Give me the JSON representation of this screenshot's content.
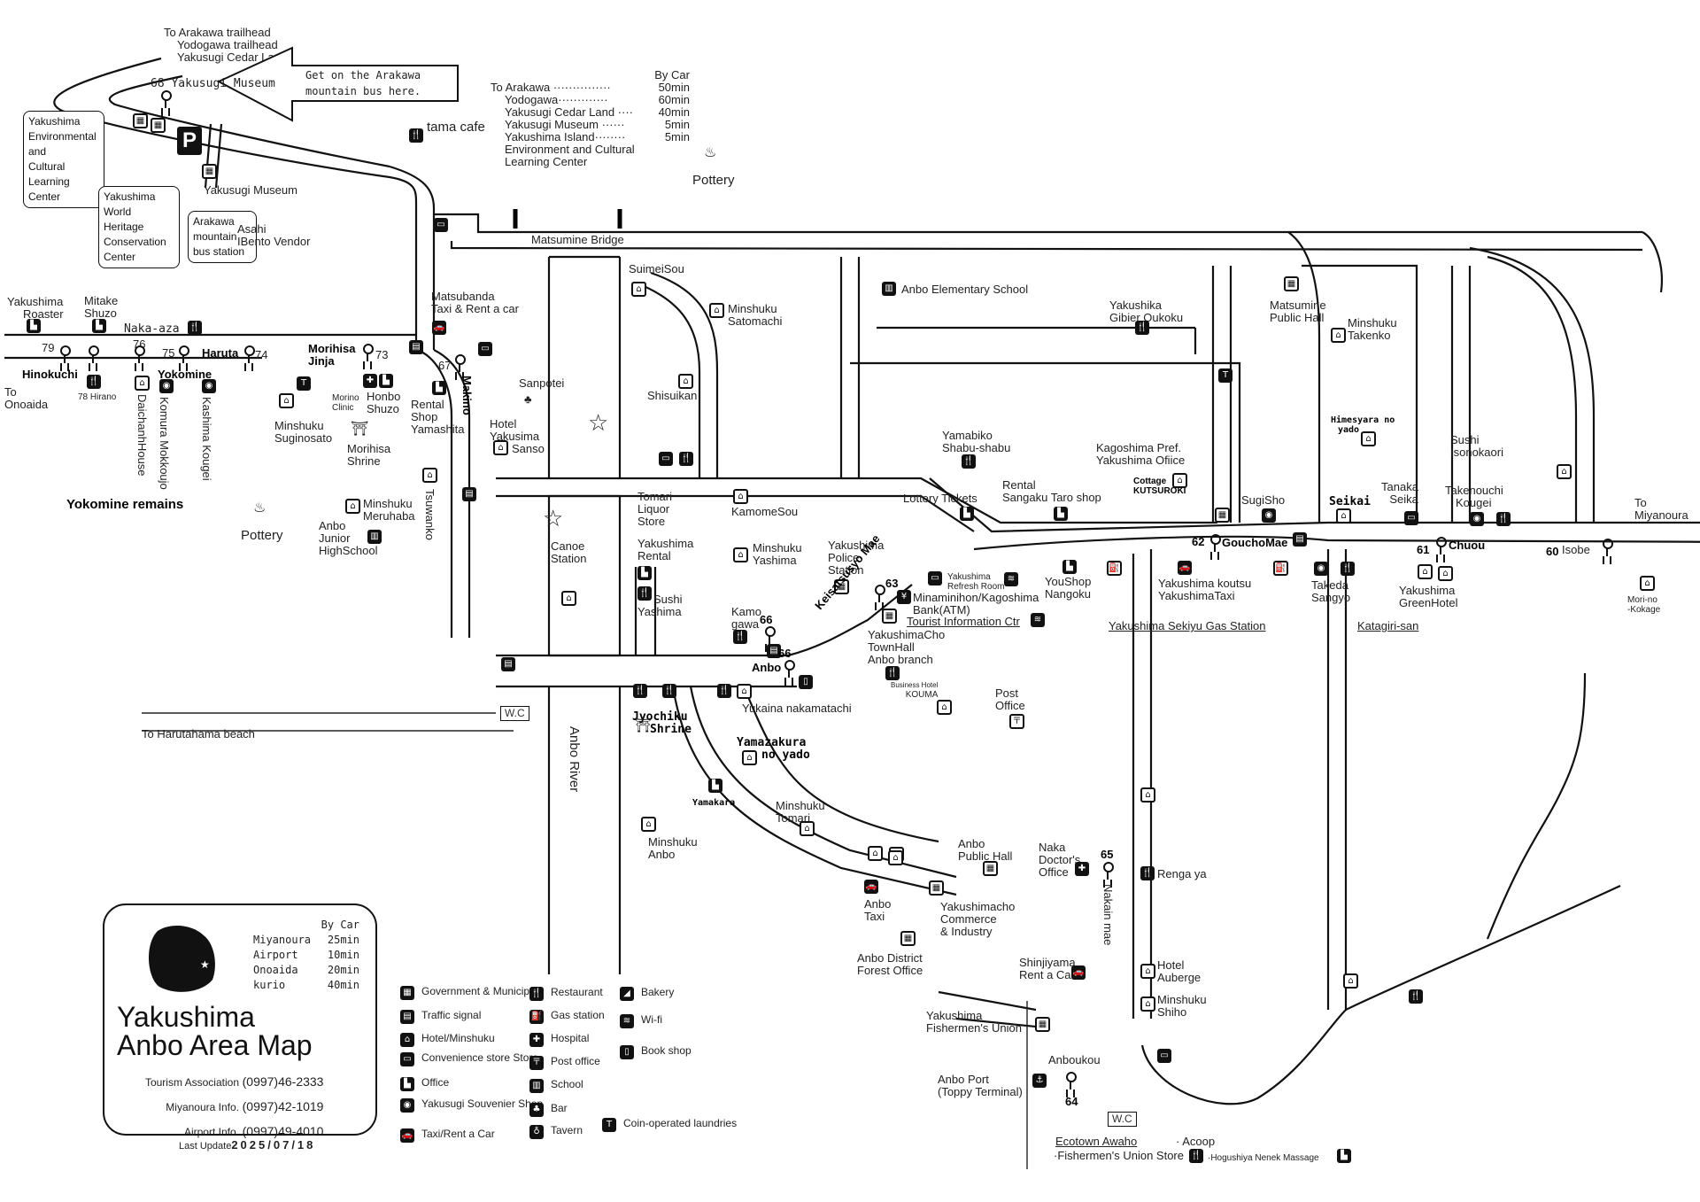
{
  "title": {
    "line1": "Yakushima",
    "line2": "Anbo Area Map"
  },
  "last_update": {
    "label": "Last Update",
    "date": "2025/07/18"
  },
  "contacts": [
    {
      "name": "Tourism Association",
      "phone": "(0997)46-2333"
    },
    {
      "name": "Miyanoura Info.",
      "phone": "(0997)42-1019"
    },
    {
      "name": "Airport Info.",
      "phone": "(0997)49-4010"
    }
  ],
  "by_car_main": {
    "header": "By Car",
    "rows": [
      {
        "place": "Miyanoura",
        "time": "25min"
      },
      {
        "place": "Airport",
        "time": "10min"
      },
      {
        "place": "Onoaida",
        "time": "20min"
      },
      {
        "place": "kurio",
        "time": "40min"
      }
    ]
  },
  "by_car_north": {
    "header": "By Car",
    "rows": [
      {
        "place": "To Arakawa ···············",
        "time": "50min"
      },
      {
        "place": "Yodogawa·············",
        "time": "60min"
      },
      {
        "place": "Yakusugi Cedar Land ····",
        "time": "40min"
      },
      {
        "place": "Yakusugi Museum ······",
        "time": "5min"
      },
      {
        "place": "Yakushima Island········",
        "time": "5min"
      }
    ],
    "extra_lines": [
      "Environment and Cultural",
      "Learning Center"
    ]
  },
  "callout": {
    "line1": "Get on the Arakawa",
    "line2": "mountain bus here."
  },
  "directions": {
    "trailhead": [
      "To Arakawa trailhead",
      "Yodogawa trailhead",
      "Yakusugi Cedar Land"
    ],
    "onoaida": [
      "To",
      "Onoaida"
    ],
    "harutahama": "To Harutahama beach",
    "miyanoura": [
      "To",
      "Miyanoura"
    ]
  },
  "bus_stops": [
    {
      "num": "68",
      "name": "Yakusugi Museum"
    },
    {
      "num": "79",
      "name": "Hinokuchi"
    },
    {
      "num": "78",
      "name": "Hirano"
    },
    {
      "num": "76",
      "name": ""
    },
    {
      "num": "75",
      "name": "Yokomine"
    },
    {
      "num": "74",
      "name": "Haruta"
    },
    {
      "num": "73",
      "name": "Morihisa Jinja"
    },
    {
      "num": "67",
      "name": "Makino"
    },
    {
      "num": "66",
      "name": "Kamogawa"
    },
    {
      "num": "66",
      "name": "Anbo"
    },
    {
      "num": "63",
      "name": "Keisatsusyo Mae"
    },
    {
      "num": "62",
      "name": "GouchoMae"
    },
    {
      "num": "61",
      "name": "Chuou"
    },
    {
      "num": "60",
      "name": "Isobe"
    },
    {
      "num": "65",
      "name": "Nakain mae"
    },
    {
      "num": "64",
      "name": "Anboukou"
    }
  ],
  "places": {
    "env_center": [
      "Yakushima",
      "Environmental",
      "and",
      "Cultural",
      "Learning",
      "Center"
    ],
    "heritage_center": [
      "Yakushima",
      "World",
      "Heritage",
      "Conservation",
      "Center"
    ],
    "bus_station": [
      "Arakawa",
      "mountain",
      "bus station"
    ],
    "museum": "Yakusugi Museum",
    "tama_cafe": "tama cafe",
    "asahi": [
      "Asahi",
      "IBento Vendor"
    ],
    "pottery": "Pottery",
    "matsumine_bridge": "Matsumine Bridge",
    "roaster": [
      "Yakushima",
      "Roaster"
    ],
    "mitake": [
      "Mitake",
      "Shuzo"
    ],
    "naka_aza": "Naka-aza",
    "daichanh": "DaichanhHouse",
    "komura": "Komura Mokkoujo",
    "kashima": "Kashima Kougei",
    "yokomine_remains": "Yokomine remains",
    "suginosato": [
      "Minshuku",
      "Suginosato"
    ],
    "morino": [
      "Morino",
      "Clinic"
    ],
    "honbo": [
      "Honbo",
      "Shuzo"
    ],
    "morihisa_shrine": [
      "Morihisa",
      "Shrine"
    ],
    "meruhaba": [
      "Minshuku",
      "Meruhaba"
    ],
    "junior_high": [
      "Anbo",
      "Junior",
      "HighSchool"
    ],
    "matsubanda": [
      "Matsubanda",
      "Taxi & Rent a car"
    ],
    "rental_yamashita": [
      "Rental",
      "Shop",
      "Yamashita"
    ],
    "tsuwanko": "Tsuwanko",
    "sanpotei": "Sanpotei",
    "hotel_sanso": [
      "Hotel",
      "Yakusima",
      "Sanso"
    ],
    "suimeisou": "SuimeiSou",
    "satomachi": [
      "Minshuku",
      "Satomachi"
    ],
    "shisuikan": "Shisuikan",
    "canoe": [
      "Canoe",
      "Station"
    ],
    "tomari_liquor": [
      "Tomari",
      "Liquor",
      "Store"
    ],
    "yakushima_rental": [
      "Yakushima",
      "Rental"
    ],
    "sushi_yashima": [
      "Sushi",
      "Yashima"
    ],
    "kamomesou": "KamomeSou",
    "minshuku_yashima": [
      "Minshuku",
      "Yashima"
    ],
    "police": [
      "Yakushima",
      "Police",
      "Station"
    ],
    "anbo_elementary": "Anbo Elementary School",
    "yamabiko": [
      "Yamabiko",
      "Shabu-shabu"
    ],
    "lottery": "Lottery Tickets",
    "sangaku": [
      "Rental",
      "Sangaku Taro shop"
    ],
    "gibier": [
      "Yakushika",
      "Gibier Oukoku"
    ],
    "kagoshima_office": [
      "Kagoshima Pref.",
      "Yakushima Ofiice"
    ],
    "kutsuroki": [
      "Cottage",
      "KUTSUROKI"
    ],
    "matsumine_hall": [
      "Matsumine",
      "Public Hall"
    ],
    "takenko": [
      "Minshuku",
      "Takenko"
    ],
    "himesyara": [
      "Himesyara no",
      "yado"
    ],
    "sugisho": "SugiSho",
    "seikai": "Seikai",
    "tanaka": [
      "Tanaka",
      "Seika"
    ],
    "isonokaori": [
      "Sushi",
      "Isonokaori"
    ],
    "takenouchi": [
      "Takenouchi",
      "Kougei"
    ],
    "refresh_room": [
      "Yakushima",
      "Refresh Room"
    ],
    "bank": [
      "Minaminihon/Kagoshima",
      "Bank(ATM)"
    ],
    "tourist_info": "Tourist Information Ctr",
    "townhall": [
      "YakushimaCho",
      "TownHall",
      "Anbo branch"
    ],
    "kouma": [
      "Business Hotel",
      "KOUMA"
    ],
    "youshop": [
      "YouShop",
      "Nangoku"
    ],
    "koutsu": [
      "Yakushima koutsu",
      "YakushimaTaxi"
    ],
    "sekiyu": "Yakushima Sekiyu Gas Station",
    "takeda": [
      "Takeda",
      "Sangyo"
    ],
    "katagiri": "Katagiri-san",
    "greenhotel": [
      "Yakushima",
      "GreenHotel"
    ],
    "morinokokage": [
      "Mori-no",
      "-Kokage"
    ],
    "post_office": [
      "Post",
      "Office"
    ],
    "yukaina": "Yukaina nakamatachi",
    "jyochiku": [
      "Jyochiku",
      "Shrine"
    ],
    "yamazakura": [
      "Yamazakura",
      "no yado"
    ],
    "yamakara": "Yamakara",
    "minshuku_anbo": [
      "Minshuku",
      "Anbo"
    ],
    "minshuku_tomari": [
      "Minshuku",
      "Tomari"
    ],
    "anbo_river": "Anbo River",
    "anbo_taxi": [
      "Anbo",
      "Taxi"
    ],
    "forest_office": [
      "Anbo District",
      "Forest Office"
    ],
    "commerce": [
      "Yakushimacho",
      "Commerce",
      "& Industry"
    ],
    "public_hall": [
      "Anbo",
      "Public Hall"
    ],
    "naka_doctor": [
      "Naka",
      "Doctor's",
      "Office"
    ],
    "shinjiyama": [
      "Shinjiyama",
      "Rent a Car"
    ],
    "rengaya": "Renga ya",
    "auberge": [
      "Hotel",
      "Auberge"
    ],
    "shiho": [
      "Minshuku",
      "Shiho"
    ],
    "fishermen_union": [
      "Yakushima",
      "Fishermen's Union"
    ],
    "anbo_port": [
      "Anbo Port",
      "(Toppy Terminal)"
    ],
    "ecotown": "Ecotown Awaho",
    "acoop": "· Acoop",
    "union_store": "·Fishermen's Union Store",
    "hogushiya": "·Hogushiya Nenek Massage",
    "wc": "W.C"
  },
  "legend": [
    {
      "icon": "government-icon",
      "glyph": "▦",
      "label": "Government & Municipal"
    },
    {
      "icon": "traffic-signal-icon",
      "glyph": "▤",
      "label": "Traffic signal"
    },
    {
      "icon": "hotel-icon",
      "glyph": "⌂",
      "label": "Hotel/Minshuku"
    },
    {
      "icon": "convenience-store-icon",
      "glyph": "▭",
      "label": "Convenience store Store"
    },
    {
      "icon": "office-icon",
      "glyph": "▙",
      "label": "Office"
    },
    {
      "icon": "souvenir-icon",
      "glyph": "◉",
      "label": "Yakusugi Souvenier Shop"
    },
    {
      "icon": "taxi-icon",
      "glyph": "🚗",
      "label": "Taxi/Rent a Car"
    },
    {
      "icon": "restaurant-icon",
      "glyph": "🍴",
      "label": "Restaurant"
    },
    {
      "icon": "gas-station-icon",
      "glyph": "⛽",
      "label": "Gas station"
    },
    {
      "icon": "hospital-icon",
      "glyph": "✚",
      "label": "Hospital"
    },
    {
      "icon": "post-office-icon",
      "glyph": "〒",
      "label": "Post office"
    },
    {
      "icon": "school-icon",
      "glyph": "▥",
      "label": "School"
    },
    {
      "icon": "bar-icon",
      "glyph": "♣",
      "label": "Bar"
    },
    {
      "icon": "tavern-icon",
      "glyph": "♁",
      "label": "Tavern"
    },
    {
      "icon": "bakery-icon",
      "glyph": "◢",
      "label": "Bakery"
    },
    {
      "icon": "wifi-icon",
      "glyph": "≋",
      "label": "Wi-fi"
    },
    {
      "icon": "book-shop-icon",
      "glyph": "▯",
      "label": "Book shop"
    },
    {
      "icon": "laundry-icon",
      "glyph": "T",
      "label": "Coin-operated laundries"
    }
  ],
  "glyphs": {
    "gov": "▦",
    "signal": "▤",
    "hotel": "⌂",
    "store": "▭",
    "office": "▙",
    "souvenir": "◉",
    "taxi": "🚗",
    "rest": "🍴",
    "gas": "⛽",
    "hosp": "✚",
    "post": "〒",
    "school": "▥",
    "bar": "♣",
    "wifi": "≋",
    "book": "▯",
    "laundry": "T",
    "bank": "¥",
    "shrine": "⛩",
    "parking": "P",
    "port": "⚓",
    "star": "☆",
    "pottery": "♨"
  }
}
